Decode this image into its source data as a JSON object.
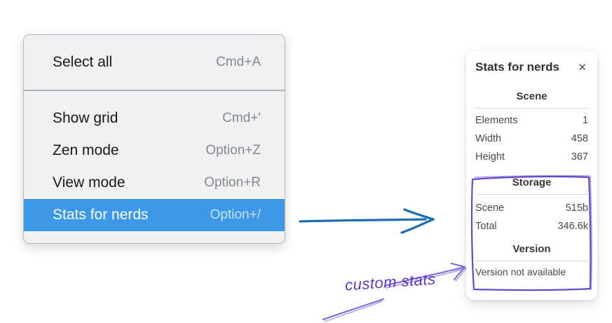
{
  "context_menu": {
    "sections": [
      {
        "items": [
          {
            "label": "Select all",
            "shortcut": "Cmd+A"
          }
        ]
      },
      {
        "items": [
          {
            "label": "Show grid",
            "shortcut": "Cmd+'"
          },
          {
            "label": "Zen mode",
            "shortcut": "Option+Z"
          },
          {
            "label": "View mode",
            "shortcut": "Option+R"
          },
          {
            "label": "Stats for nerds",
            "shortcut": "Option+/"
          }
        ]
      }
    ],
    "highlighted_item": "Stats for nerds"
  },
  "stats_panel": {
    "title": "Stats for nerds",
    "close_icon": "✕",
    "scene": {
      "header": "Scene",
      "rows": [
        {
          "label": "Elements",
          "value": "1"
        },
        {
          "label": "Width",
          "value": "458"
        },
        {
          "label": "Height",
          "value": "367"
        }
      ]
    },
    "storage": {
      "header": "Storage",
      "rows": [
        {
          "label": "Scene",
          "value": "515b"
        },
        {
          "label": "Total",
          "value": "346.6k"
        }
      ]
    },
    "version": {
      "header": "Version",
      "note": "Version not available"
    }
  },
  "annotations": {
    "custom_stats_label": "custom stats"
  },
  "colors": {
    "menu_highlight": "#3d99e8",
    "arrow_blue": "#1d6fb5",
    "annotation_purple": "#6647cf",
    "annotation_purple_light": "#7d68da"
  }
}
